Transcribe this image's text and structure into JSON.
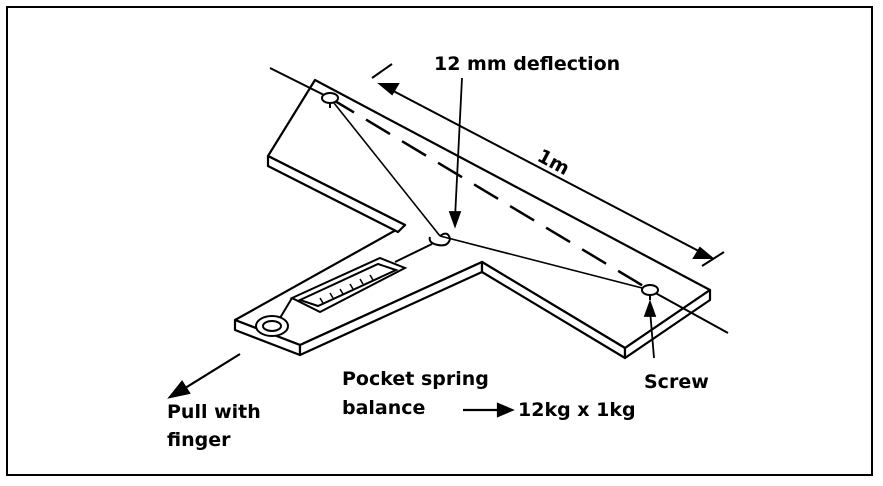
{
  "labels": {
    "deflection": "12 mm deflection",
    "length": "1m",
    "pocket_line1": "Pocket spring",
    "pocket_line2": "balance",
    "range": "12kg x 1kg",
    "screw": "Screw",
    "pull_line1": "Pull with",
    "pull_line2": "finger"
  },
  "colors": {
    "ink": "#000000",
    "paper": "#ffffff"
  }
}
